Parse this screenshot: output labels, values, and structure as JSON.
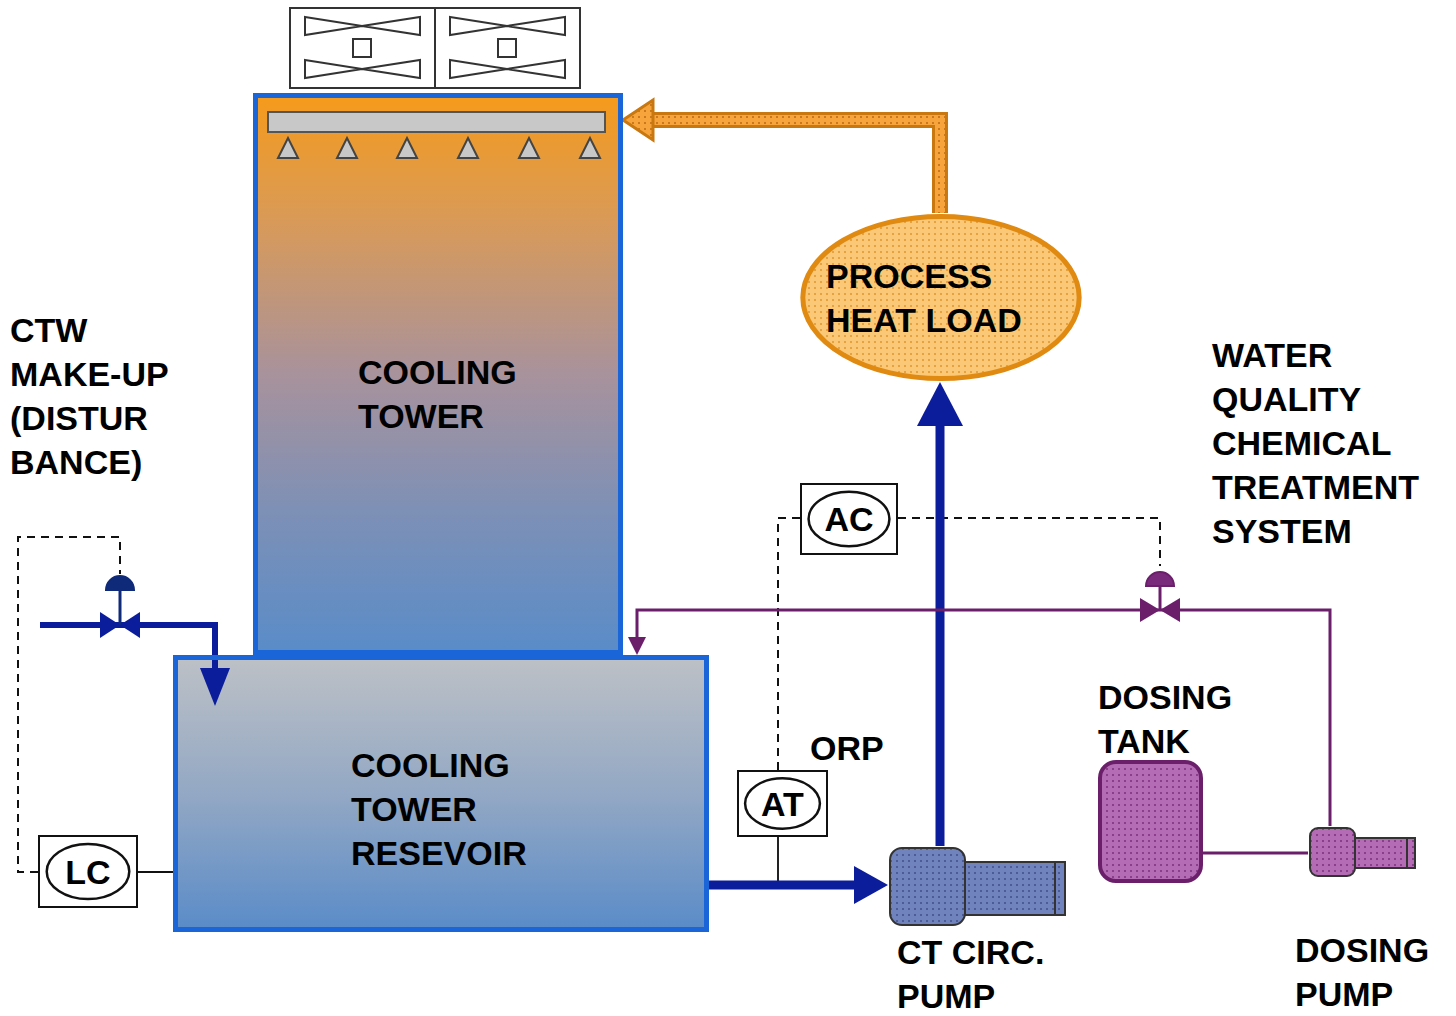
{
  "diagram": {
    "nodes": [
      {
        "text": [
          "COOLING TOWER"
        ]
      },
      {
        "text": [
          "COOLING TOWER RESEVOIR"
        ]
      },
      {
        "text": [
          "PROCESS HEAT LOAD"
        ]
      },
      {
        "text": [
          "LC"
        ]
      },
      {
        "text": [
          "AT"
        ]
      },
      {
        "text": [
          "AC"
        ]
      },
      {
        "text": [
          "CT CIRC. PUMP"
        ]
      },
      {
        "text": [
          "DOSING TANK"
        ]
      },
      {
        "text": [
          "DOSING PUMP"
        ]
      }
    ],
    "edges": [
      {
        "from": 1,
        "to": 6,
        "arrow": "to"
      },
      {
        "from": 6,
        "to": 2,
        "arrow": "to"
      },
      {
        "from": 2,
        "to": 0,
        "arrow": "to"
      },
      {
        "from": 4,
        "to": 5,
        "arrow": "none"
      },
      {
        "from": 7,
        "to": 8,
        "arrow": "none"
      },
      {
        "from": 8,
        "to": 1,
        "arrow": "to"
      },
      {
        "from": 3,
        "to": 1,
        "arrow": "none"
      }
    ],
    "labels": [
      "CTW MAKE-UP (DISTUR BANCE)",
      "WATER QUALITY CHEMICAL TREATMENT SYSTEM",
      "ORP"
    ]
  }
}
